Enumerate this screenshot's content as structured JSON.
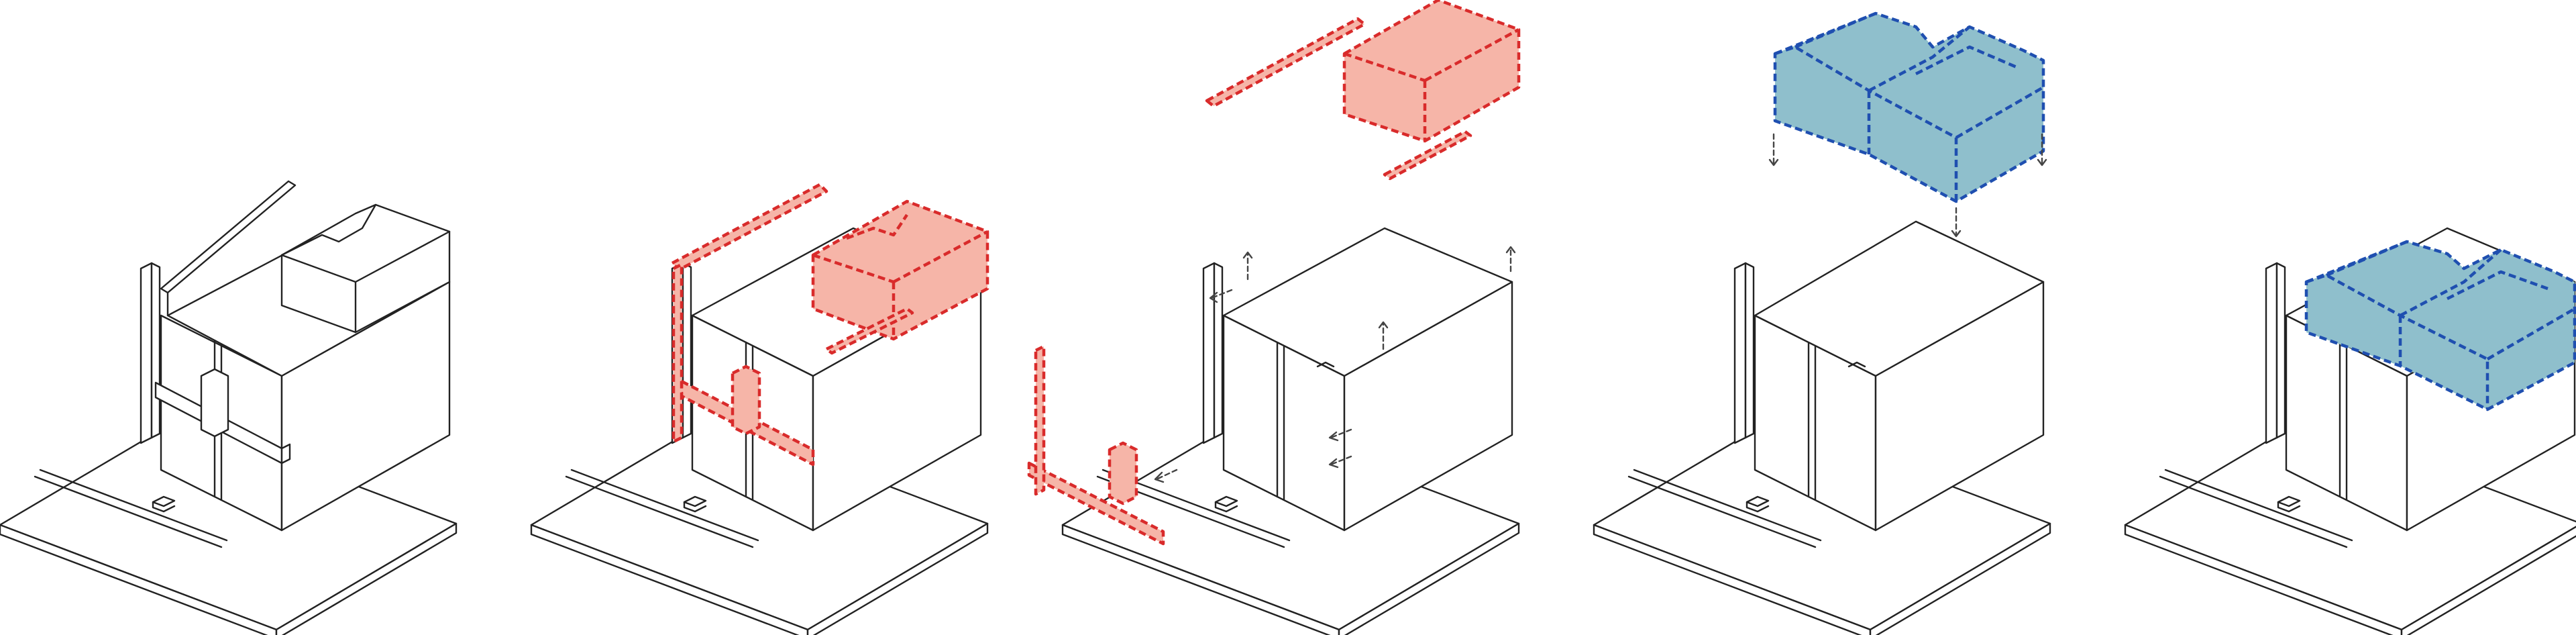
{
  "diagram": {
    "type": "axonometric-sequence",
    "steps": [
      {
        "id": "existing"
      },
      {
        "id": "demolition-marked"
      },
      {
        "id": "demolition-exploded"
      },
      {
        "id": "addition-exploded"
      },
      {
        "id": "addition-placed"
      }
    ],
    "colors": {
      "line": "#222222",
      "demolition_fill": "#f6b5a8",
      "demolition_stroke": "#d92b2b",
      "addition_fill": "#8fbfcc",
      "addition_stroke": "#1f4fb0",
      "arrow": "#444444"
    }
  }
}
